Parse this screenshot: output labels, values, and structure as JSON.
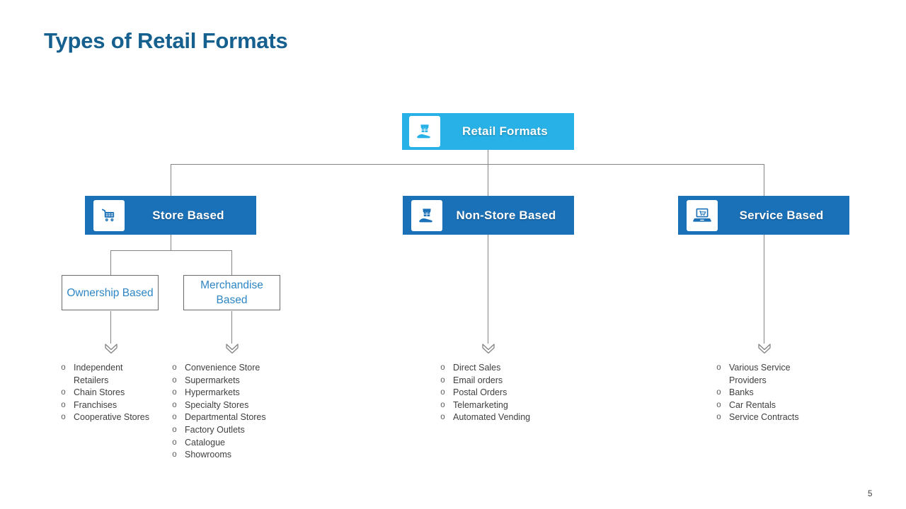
{
  "page": {
    "title": "Types of Retail Formats",
    "number": "5"
  },
  "colors": {
    "accent_cyan": "#28B1E6",
    "accent_blue": "#1B71B8",
    "title_blue": "#15608F",
    "subnode_blue": "#2E86C4",
    "connector_gray": "#848484",
    "list_text_gray": "#3F3F3F"
  },
  "bullet_glyph": "o",
  "root": {
    "label": "Retail Formats",
    "icon": "hand-holding-store-icon"
  },
  "branches": [
    {
      "label": "Store Based",
      "icon": "shopping-cart-icon",
      "children": [
        {
          "label": "Ownership Based",
          "items": [
            "Independent Retailers",
            "Chain Stores",
            "Franchises",
            "Cooperative Stores"
          ]
        },
        {
          "label": "Merchandise Based",
          "items": [
            "Convenience Store",
            "Supermarkets",
            "Hypermarkets",
            "Specialty Stores",
            "Departmental Stores",
            "Factory Outlets",
            "Catalogue",
            "Showrooms"
          ]
        }
      ]
    },
    {
      "label": "Non-Store Based",
      "icon": "hand-holding-store-icon",
      "items": [
        "Direct Sales",
        "Email orders",
        "Postal Orders",
        "Telemarketing",
        "Automated Vending"
      ]
    },
    {
      "label": "Service Based",
      "icon": "laptop-shopping-icon",
      "items": [
        "Various Service Providers",
        "Banks",
        "Car Rentals",
        "Service Contracts"
      ]
    }
  ]
}
